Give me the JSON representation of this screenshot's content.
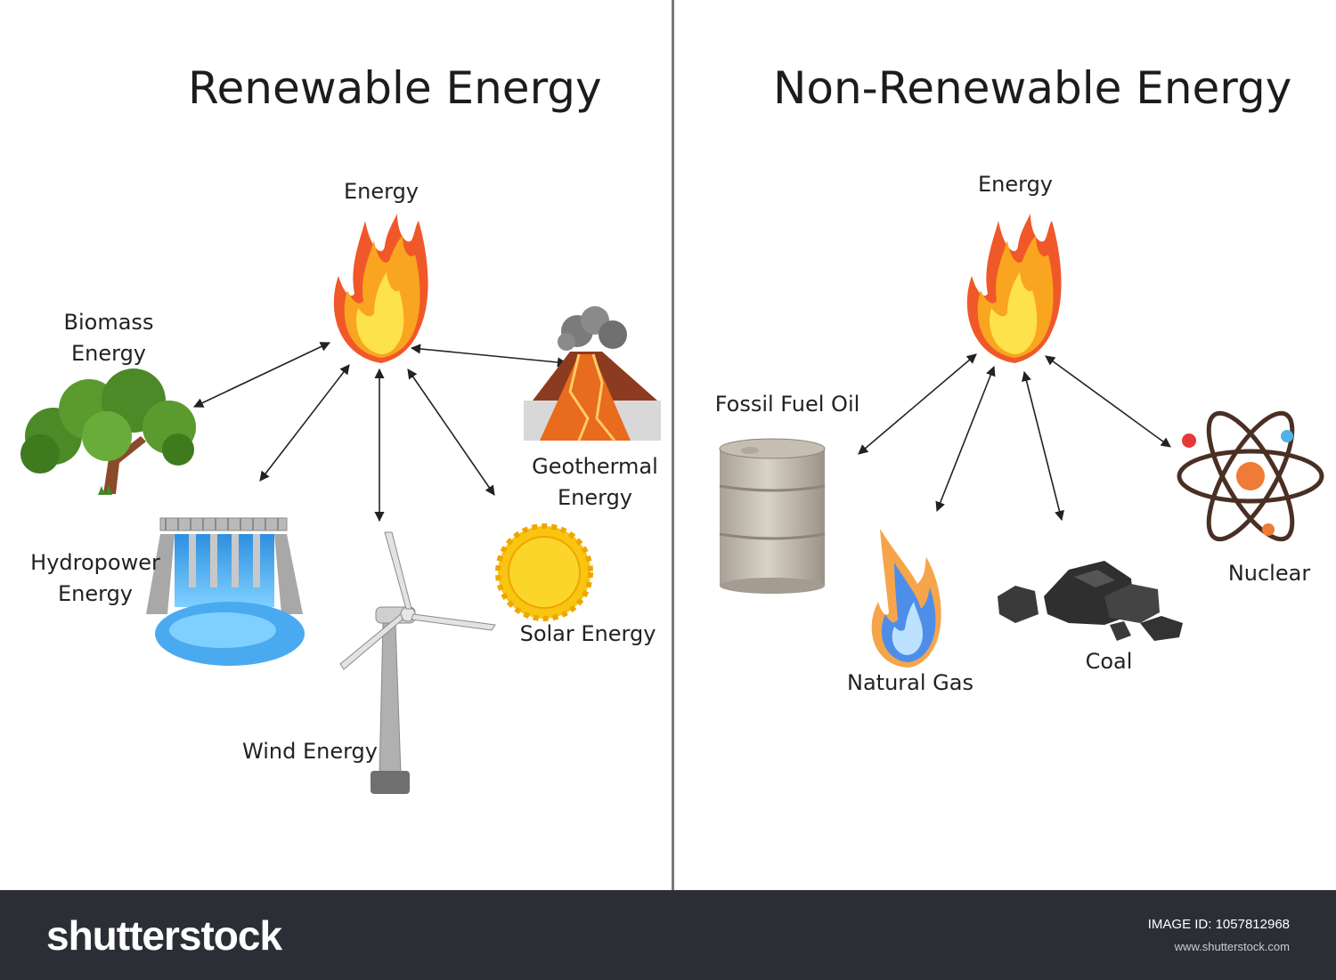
{
  "left": {
    "title": "Renewable Energy",
    "center_label": "Energy",
    "nodes": {
      "biomass": [
        "Biomass",
        "Energy"
      ],
      "hydro": [
        "Hydropower",
        "Energy"
      ],
      "wind": "Wind Energy",
      "solar": "Solar Energy",
      "geothermal": [
        "Geothermal",
        "Energy"
      ]
    }
  },
  "right": {
    "title": "Non-Renewable Energy",
    "center_label": "Energy",
    "nodes": {
      "oil": "Fossil Fuel Oil",
      "gas": "Natural Gas",
      "coal": "Coal",
      "nuclear": "Nuclear"
    }
  },
  "footer": {
    "brand": "shutterstock",
    "image_id": "IMAGE ID: 1057812968",
    "site": "www.shutterstock.com"
  },
  "colors": {
    "flame_outer": "#f0582a",
    "flame_mid": "#f9a51f",
    "flame_inner": "#fde24a",
    "footer_bg": "#2b2f35",
    "divider": "#7a7a7a"
  }
}
